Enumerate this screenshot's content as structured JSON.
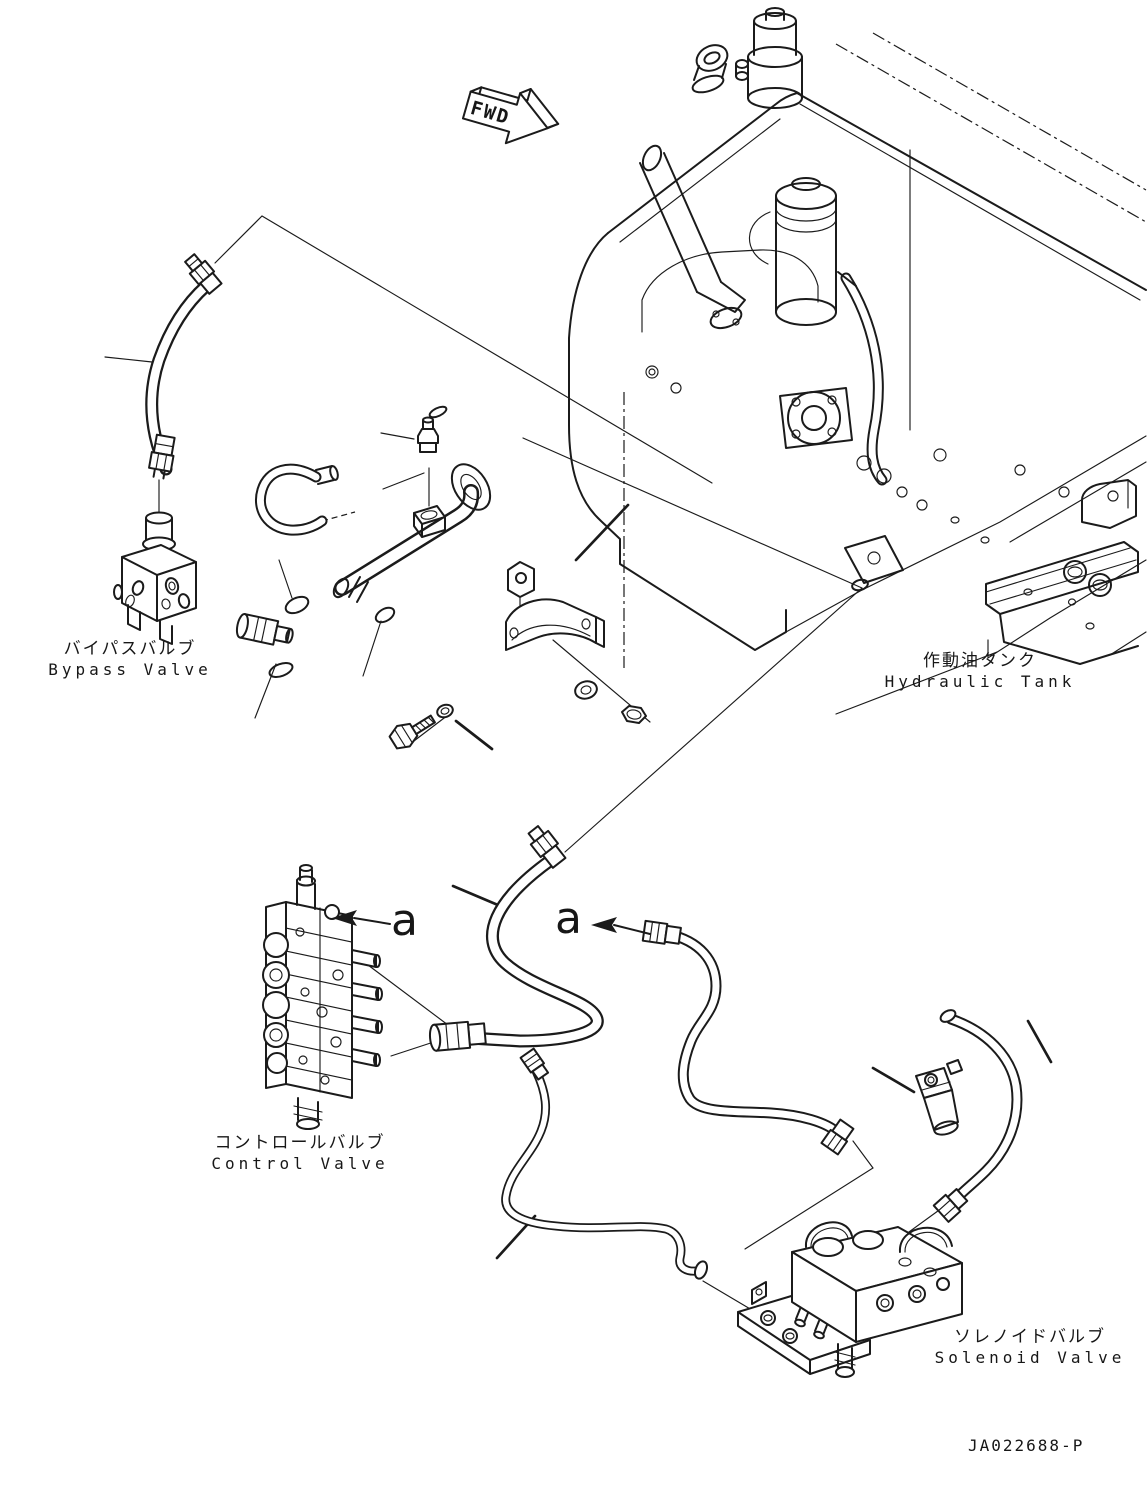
{
  "drawing": {
    "number": "JA022688-P",
    "fwd_label": "FWD"
  },
  "labels": {
    "bypass_valve": {
      "jp": "バイパスバルブ",
      "en": "Bypass Valve"
    },
    "hydraulic_tank": {
      "jp": "作動油タンク",
      "en": "Hydraulic Tank"
    },
    "control_valve": {
      "jp": "コントロールバルブ",
      "en": "Control Valve"
    },
    "solenoid_valve": {
      "jp": "ソレノイドバルブ",
      "en": "Solenoid Valve"
    }
  },
  "callouts": {
    "left": "a",
    "right": "a"
  },
  "colors": {
    "line": "#1b1b1b",
    "background": "#ffffff"
  }
}
